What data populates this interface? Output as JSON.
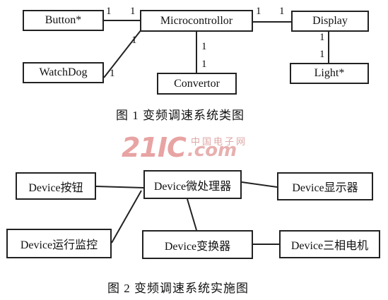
{
  "figure1": {
    "boxes": {
      "button": "Button*",
      "microcontroller": "Microcontrollor",
      "display": "Display",
      "watchdog": "WatchDog",
      "convertor": "Convertor",
      "light": "Light*"
    },
    "multiplicity": "1",
    "caption": "图 1    变频调速系统类图"
  },
  "watermark": {
    "main": "21IC",
    "suffix": ".com",
    "cn": "中国电子网"
  },
  "figure2": {
    "boxes": {
      "button": "Device按钮",
      "processor": "Device微处理器",
      "display": "Device显示器",
      "monitor": "Device运行监控",
      "converter": "Device变换器",
      "motor": "Device三相电机"
    },
    "caption": "图 2    变频调速系统实施图"
  }
}
